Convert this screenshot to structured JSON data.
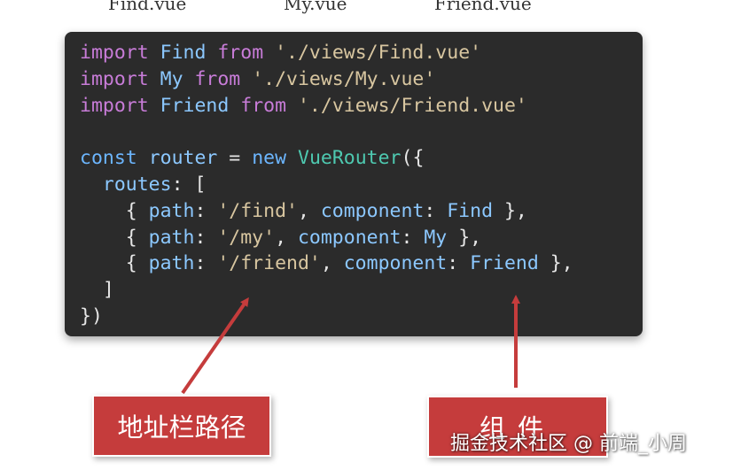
{
  "top_labels": [
    "Find.vue",
    "My.vue",
    "Friend.vue"
  ],
  "code": {
    "lines": [
      [
        {
          "t": "import",
          "c": "kw"
        },
        {
          "t": " "
        },
        {
          "t": "Find",
          "c": "id"
        },
        {
          "t": " "
        },
        {
          "t": "from",
          "c": "kw"
        },
        {
          "t": " "
        },
        {
          "t": "'./views/Find.vue'",
          "c": "str"
        }
      ],
      [
        {
          "t": "import",
          "c": "kw"
        },
        {
          "t": " "
        },
        {
          "t": "My",
          "c": "id"
        },
        {
          "t": " "
        },
        {
          "t": "from",
          "c": "kw"
        },
        {
          "t": " "
        },
        {
          "t": "'./views/My.vue'",
          "c": "str"
        }
      ],
      [
        {
          "t": "import",
          "c": "kw"
        },
        {
          "t": " "
        },
        {
          "t": "Friend",
          "c": "id"
        },
        {
          "t": " "
        },
        {
          "t": "from",
          "c": "kw"
        },
        {
          "t": " "
        },
        {
          "t": "'./views/Friend.vue'",
          "c": "str"
        }
      ],
      [],
      [
        {
          "t": "const",
          "c": "blue"
        },
        {
          "t": " "
        },
        {
          "t": "router",
          "c": "id"
        },
        {
          "t": " = "
        },
        {
          "t": "new",
          "c": "blue"
        },
        {
          "t": " "
        },
        {
          "t": "VueRouter",
          "c": "cls"
        },
        {
          "t": "({"
        }
      ],
      [
        {
          "t": "  "
        },
        {
          "t": "routes",
          "c": "prop"
        },
        {
          "t": ": ["
        }
      ],
      [
        {
          "t": "    { "
        },
        {
          "t": "path",
          "c": "prop"
        },
        {
          "t": ": "
        },
        {
          "t": "'/find'",
          "c": "str"
        },
        {
          "t": ", "
        },
        {
          "t": "component",
          "c": "prop"
        },
        {
          "t": ": "
        },
        {
          "t": "Find",
          "c": "id"
        },
        {
          "t": " },"
        }
      ],
      [
        {
          "t": "    { "
        },
        {
          "t": "path",
          "c": "prop"
        },
        {
          "t": ": "
        },
        {
          "t": "'/my'",
          "c": "str"
        },
        {
          "t": ", "
        },
        {
          "t": "component",
          "c": "prop"
        },
        {
          "t": ": "
        },
        {
          "t": "My",
          "c": "id"
        },
        {
          "t": " },"
        }
      ],
      [
        {
          "t": "    { "
        },
        {
          "t": "path",
          "c": "prop"
        },
        {
          "t": ": "
        },
        {
          "t": "'/friend'",
          "c": "str"
        },
        {
          "t": ", "
        },
        {
          "t": "component",
          "c": "prop"
        },
        {
          "t": ": "
        },
        {
          "t": "Friend",
          "c": "id"
        },
        {
          "t": " },"
        }
      ],
      [
        {
          "t": "  ]"
        }
      ],
      [
        {
          "t": "})"
        }
      ]
    ]
  },
  "callouts": {
    "path_label": "地址栏路径",
    "component_label": "组件"
  },
  "watermark": "掘金技术社区 @ 前端_小周",
  "colors": {
    "panel_bg": "#2b2b2b",
    "callout_bg": "#c53c3c",
    "arrow": "#c53c3c"
  }
}
